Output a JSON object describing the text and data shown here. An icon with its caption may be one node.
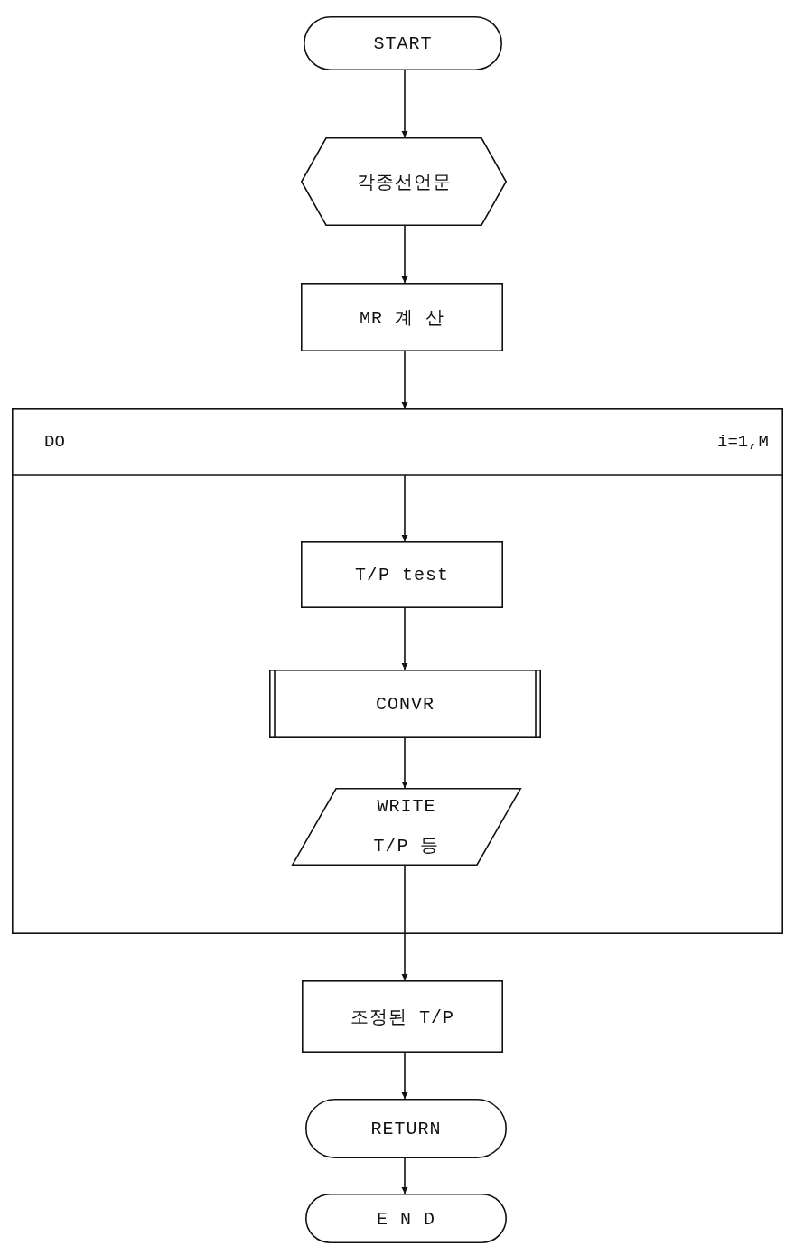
{
  "diagram": {
    "nodes": [
      {
        "text": [
          "START"
        ]
      },
      {
        "text": [
          "각종선언문"
        ]
      },
      {
        "text": [
          "MR 계 산"
        ]
      },
      {
        "text": [],
        "shape": "box"
      },
      {
        "text": [
          "DO",
          "i=1,M"
        ],
        "in": 3
      },
      {
        "text": [
          "T/P test"
        ],
        "in": 3
      },
      {
        "text": [
          "CONVR"
        ],
        "in": 3
      },
      {
        "text": [
          "WRITE T/P 등"
        ],
        "in": 3
      },
      {
        "text": [
          "조정된 T/P"
        ]
      },
      {
        "text": [
          "RETURN"
        ]
      },
      {
        "text": [
          "E N D"
        ]
      }
    ],
    "edges": [
      {
        "from": 0,
        "to": 1,
        "arrow": "to"
      },
      {
        "from": 1,
        "to": 2,
        "arrow": "to"
      },
      {
        "from": 2,
        "to": 4,
        "arrow": "to"
      },
      {
        "from": 4,
        "to": 5,
        "arrow": "to"
      },
      {
        "from": 5,
        "to": 6,
        "arrow": "to"
      },
      {
        "from": 6,
        "to": 7,
        "arrow": "to"
      },
      {
        "from": 7,
        "to": 8,
        "arrow": "to"
      },
      {
        "from": 8,
        "to": 9,
        "arrow": "to"
      },
      {
        "from": 9,
        "to": 10,
        "arrow": "to"
      }
    ]
  }
}
